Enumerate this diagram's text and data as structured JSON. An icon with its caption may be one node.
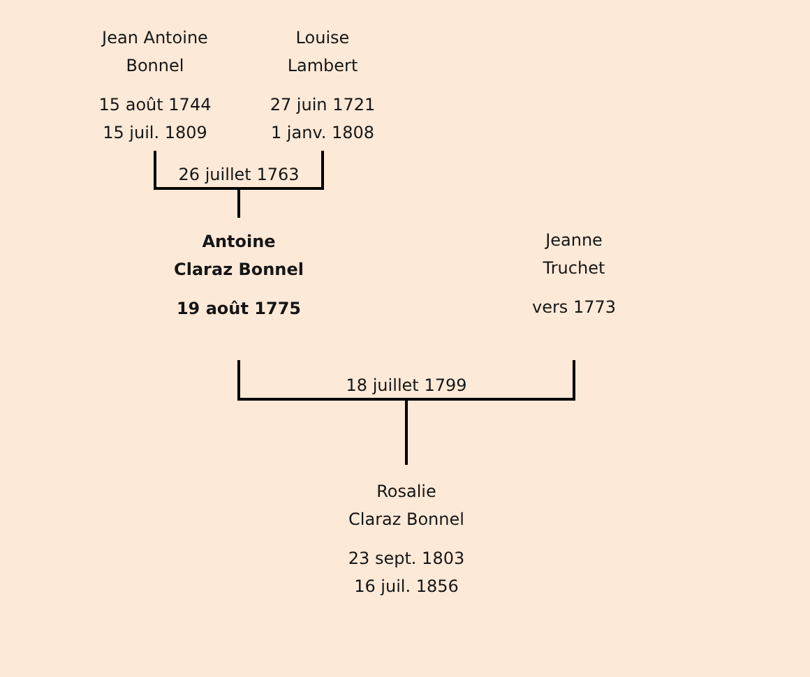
{
  "diagram": {
    "nodes": [
      {
        "text": [
          "Jean Antoine Bonnel",
          "15 août 1744",
          "15 juil. 1809"
        ]
      },
      {
        "text": [
          "Louise Lambert",
          "27 juin 1721",
          "1 janv. 1808"
        ]
      },
      {
        "text": [
          "Antoine Claraz Bonnel",
          "19 août 1775"
        ]
      },
      {
        "text": [
          "Jeanne Truchet",
          "vers 1773"
        ]
      },
      {
        "text": [
          "Rosalie Claraz Bonnel",
          "23 sept. 1803",
          "16 juil. 1856"
        ]
      }
    ],
    "edges": [
      {
        "from": 0,
        "to": 2,
        "arrow": "none",
        "label": "26 juillet 1763"
      },
      {
        "from": 1,
        "to": 2,
        "arrow": "none"
      },
      {
        "from": 2,
        "to": 4,
        "arrow": "none",
        "label": "18 juillet 1799"
      },
      {
        "from": 3,
        "to": 4,
        "arrow": "none"
      }
    ]
  }
}
